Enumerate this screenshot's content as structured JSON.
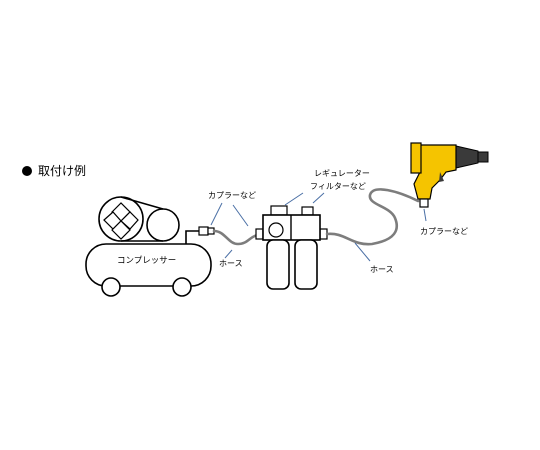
{
  "heading": {
    "bullet": "●",
    "text": "取付け例"
  },
  "labels": {
    "compressor": "コンプレッサー",
    "coupler_left": "カプラーなど",
    "hose_left": "ホース",
    "regulator_line1": "レギュレーター",
    "regulator_line2": "フィルターなど",
    "hose_right": "ホース",
    "coupler_right": "カプラーなど"
  },
  "colors": {
    "tool_body": "#f5c400",
    "tool_dark": "#3a3a3a",
    "hose": "#7d7d7d",
    "leader_line": "#4a6fa5"
  },
  "icons": {
    "compressor": "air-compressor-icon",
    "filter_regulator": "filter-regulator-icon",
    "impact_wrench": "impact-wrench-icon"
  }
}
